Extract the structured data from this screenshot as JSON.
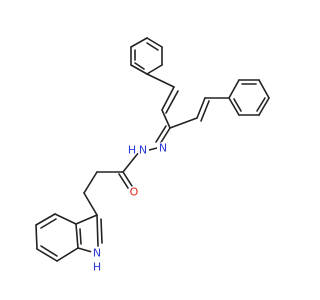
{
  "atoms": {
    "n_hydrazone": {
      "text": "N",
      "color": "#2b3bd6"
    },
    "nh_hydrazide": {
      "text": "N",
      "color": "#2b3bd6"
    },
    "h_hydrazide": {
      "text": "H",
      "color": "#2b3bd6"
    },
    "o_carbonyl": {
      "text": "O",
      "color": "#e0251b"
    },
    "n_indole": {
      "text": "N",
      "color": "#2b3bd6"
    },
    "h_indole": {
      "text": "H",
      "color": "#2b3bd6"
    }
  }
}
